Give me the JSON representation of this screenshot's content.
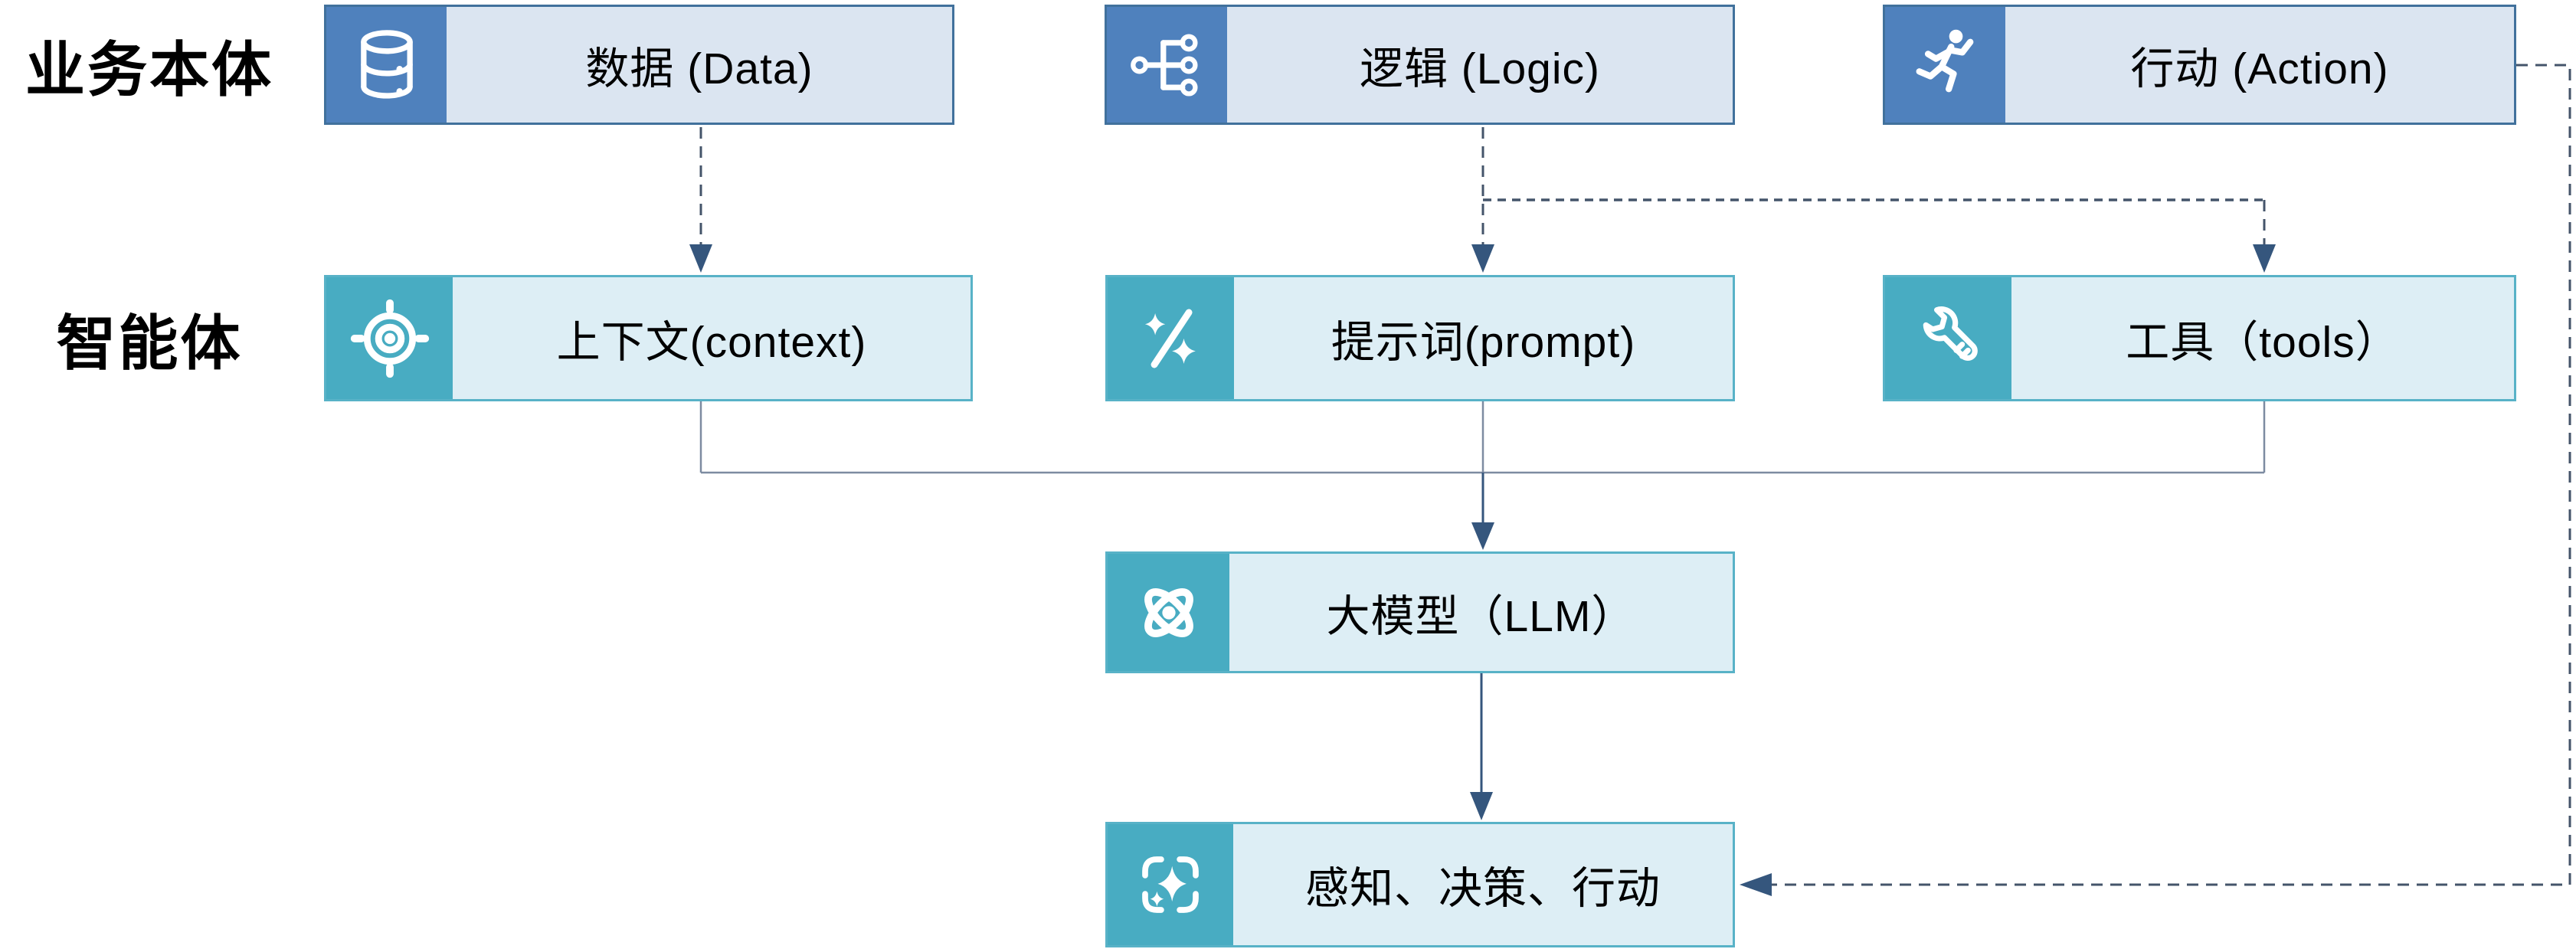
{
  "diagram_title": "",
  "row_labels": {
    "business": "业务本体",
    "agent": "智能体"
  },
  "boxes": {
    "data": {
      "label": "数据 (Data)",
      "icon": "database-icon",
      "row": "business"
    },
    "logic": {
      "label": "逻辑 (Logic)",
      "icon": "tree-icon",
      "row": "business"
    },
    "action": {
      "label": "行动 (Action)",
      "icon": "runner-icon",
      "row": "business"
    },
    "context": {
      "label": "上下文(context)",
      "icon": "target-icon",
      "row": "agent"
    },
    "prompt": {
      "label": "提示词(prompt)",
      "icon": "sparkle-slash-icon",
      "row": "agent"
    },
    "tools": {
      "label": "工具（tools）",
      "icon": "wrench-icon",
      "row": "agent"
    },
    "llm": {
      "label": "大模型（LLM）",
      "icon": "atom-icon",
      "row": "agent"
    },
    "result": {
      "label": "感知、决策、行动",
      "icon": "frame-sparkle-icon",
      "row": "agent"
    }
  },
  "connections": [
    {
      "from": "data",
      "to": "context",
      "style": "dashed-arrow"
    },
    {
      "from": "logic",
      "to": "prompt",
      "style": "dashed-arrow"
    },
    {
      "from": "logic",
      "to": "tools",
      "style": "dashed-arrow-branch"
    },
    {
      "from": "context",
      "to": "llm",
      "style": "solid-merge"
    },
    {
      "from": "prompt",
      "to": "llm",
      "style": "solid-arrow"
    },
    {
      "from": "tools",
      "to": "llm",
      "style": "solid-merge"
    },
    {
      "from": "llm",
      "to": "result",
      "style": "solid-arrow"
    },
    {
      "from": "action",
      "to": "result",
      "style": "dashed-feedback-loop"
    }
  ],
  "colors": {
    "blue_icon": "#4f81bd",
    "blue_body": "#dbe5f1",
    "blue_border": "#41719c",
    "teal_icon": "#48acc2",
    "teal_body": "#ddeef5",
    "teal_border": "#58b2c7",
    "arrow": "#35567d",
    "solid_line": "#7d8ba1",
    "dash_line": "#44546a",
    "text": "#000000"
  }
}
